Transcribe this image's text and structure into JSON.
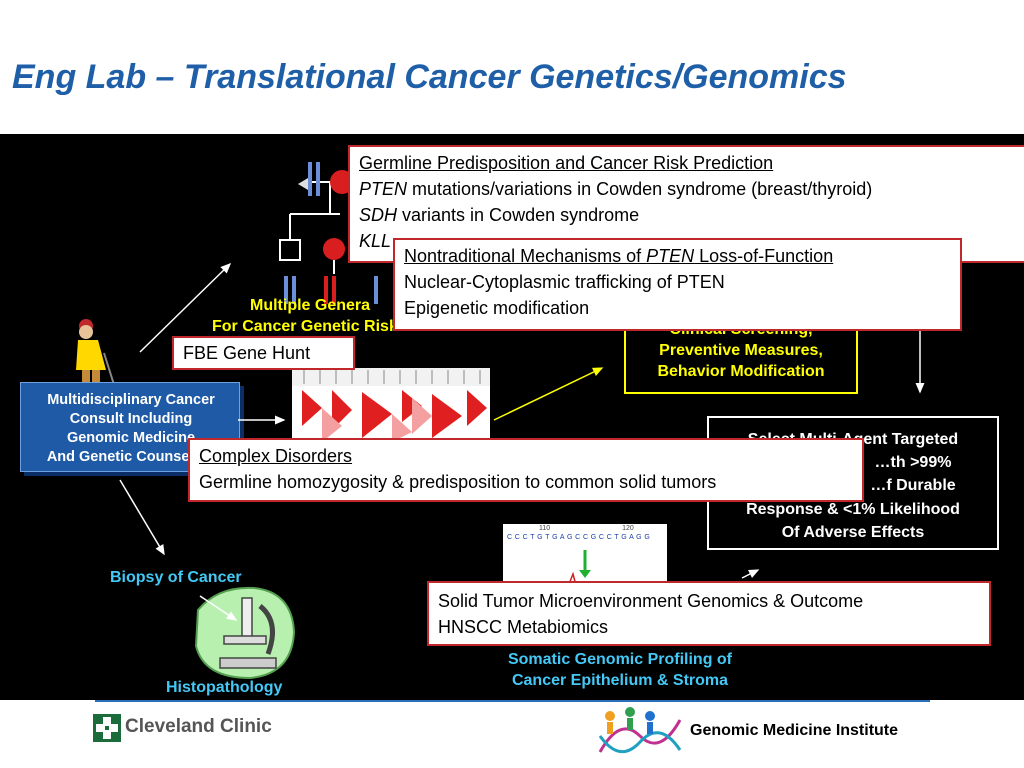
{
  "title": "Eng Lab – Translational Cancer Genetics/Genomics",
  "background": {
    "multiple_generations_line1": "Multiple Genera",
    "multiple_generations_line2": "For Cancer Genetic Risk Assessment",
    "fbe_label": "FBE Gene Hunt",
    "consult_lines": [
      "Multidisciplinary Cancer",
      "Consult Including",
      "Genomic Medicine",
      "And Genetic Counseling"
    ],
    "clinical_lines": [
      "Clinical Screening,",
      "Preventive Measures,",
      "Behavior Modification"
    ],
    "targeted_lines": [
      "Select Multi-Agent Targeted",
      "…th >99%",
      "…f Durable",
      "Response & <1% Likelihood",
      "Of Adverse Effects"
    ],
    "biopsy": "Biopsy of Cancer",
    "histopathology": "Histopathology",
    "somatic_line1": "Somatic Genomic Profiling of",
    "somatic_line2": "Cancer Epithelium & Stroma",
    "seq_numbers": [
      "110",
      "120"
    ],
    "seq_letters": "C C C T G T G A G C C G C C T G A G G"
  },
  "overlay_germline": {
    "heading": "Germline Predisposition and Cancer Risk Prediction",
    "line1_italic": "PTEN",
    "line1_rest": " mutations/variations in Cowden syndrome (breast/thyroid)",
    "line2_italic": "SDH",
    "line2_rest": " variants in Cowden syndrome",
    "line3_partial": "KLL"
  },
  "overlay_nontraditional": {
    "heading_pre": "Nontraditional Mechanisms of ",
    "heading_italic": "PTEN",
    "heading_post": " Loss-of-Function",
    "line1": "Nuclear-Cytoplasmic trafficking of PTEN",
    "line2": "Epigenetic modification"
  },
  "overlay_complex": {
    "heading": "Complex Disorders",
    "line1": "Germline homozygosity & predisposition to common solid tumors"
  },
  "overlay_microenv": {
    "line1": "Solid Tumor Microenvironment Genomics & Outcome",
    "line2": "HNSCC Metabiomics"
  },
  "footer": {
    "cleveland_clinic": "Cleveland Clinic",
    "genomic_medicine_institute": "Genomic Medicine Institute"
  },
  "colors": {
    "title": "#1f5fa8",
    "yellow": "#ffff00",
    "cyan": "#44c8f5",
    "consult_box": "#1f5aa6",
    "overlay_border": "#c0282c",
    "cleveland_green": "#1c6b3b"
  }
}
